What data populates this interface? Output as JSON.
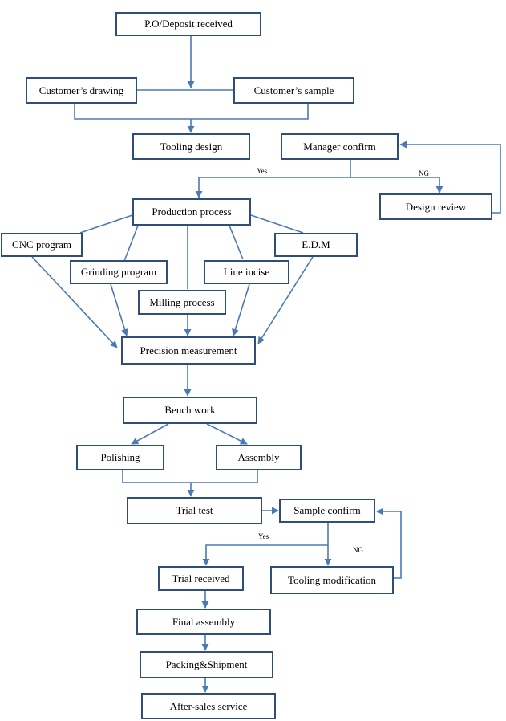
{
  "nodes": {
    "po": "P.O/Deposit received",
    "customer_drawing": "Customer’s drawing",
    "customer_sample": "Customer’s sample",
    "tooling_design": "Tooling design",
    "manager_confirm": "Manager confirm",
    "design_review": "Design review",
    "production_process": "Production process",
    "cnc_program": "CNC program",
    "grinding_program": "Grinding program",
    "milling_process": "Milling process",
    "line_incise": "Line incise",
    "edm": "E.D.M",
    "precision_measurement": "Precision measurement",
    "bench_work": "Bench work",
    "polishing": "Polishing",
    "assembly": "Assembly",
    "trial_test": "Trial test",
    "sample_confirm": "Sample confirm",
    "trial_received": "Trial received",
    "tooling_modification": "Tooling modification",
    "final_assembly": "Final assembly",
    "packing_shipment": "Packing&Shipment",
    "after_sales": "After-sales service"
  },
  "edge_labels": {
    "yes": "Yes",
    "ng": "NG"
  },
  "colors": {
    "border": "#2f4f78",
    "line": "#4a7ab5"
  }
}
